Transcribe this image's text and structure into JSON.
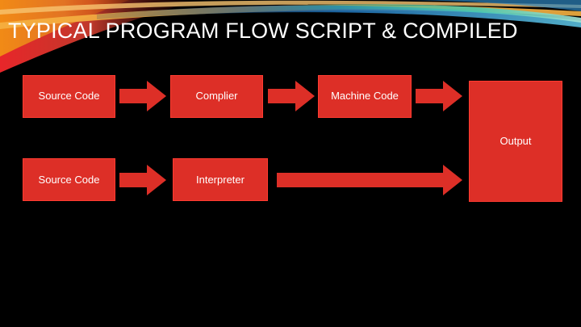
{
  "slide": {
    "title": "TYPICAL PROGRAM FLOW SCRIPT & COMPILED"
  },
  "diagram": {
    "row1": {
      "source": "Source Code",
      "compiler": "Complier",
      "machine_code": "Machine Code"
    },
    "row2": {
      "source": "Source Code",
      "interpreter": "Interpreter"
    },
    "output": "Output"
  },
  "colors": {
    "box_fill": "#dd2f27",
    "background": "#000000",
    "text": "#ffffff"
  }
}
